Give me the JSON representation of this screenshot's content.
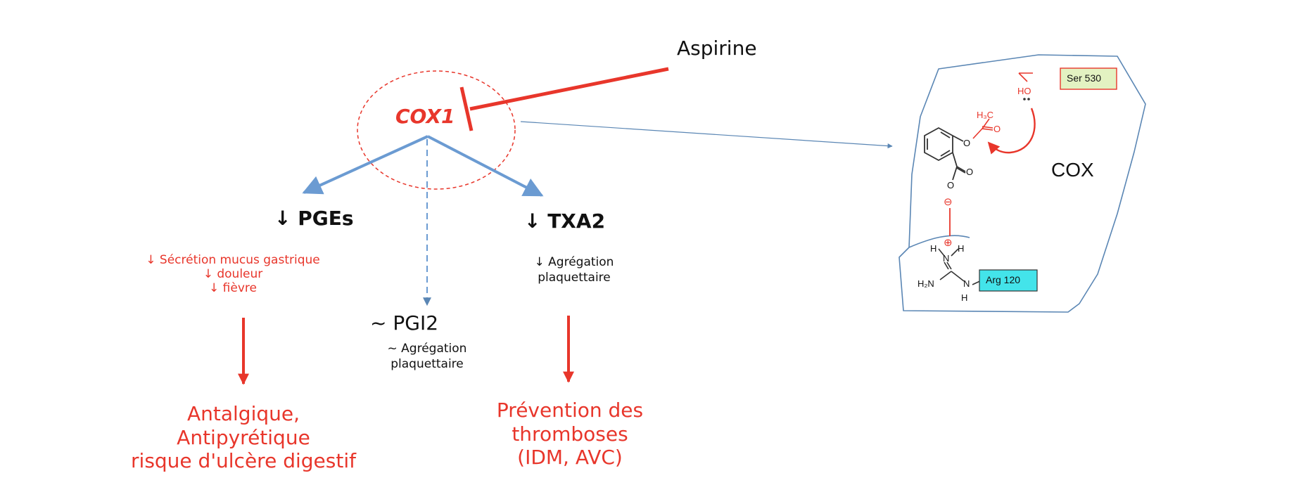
{
  "colors": {
    "red": "#e8362b",
    "blue_arrow": "#6b9bd2",
    "cox_outline": "#5a86b4",
    "ser_box": "#e3f2c2",
    "arg_box": "#43e4ea"
  },
  "drug": {
    "label": "Aspirine"
  },
  "enzyme": {
    "label": "COX1"
  },
  "branches": {
    "pges": {
      "title": "↓ PGEs",
      "effects": [
        "↓ Sécrétion mucus gastrique",
        "↓ douleur",
        "↓ fièvre"
      ],
      "outcome": [
        "Antalgique,",
        "Antipyrétique",
        "risque d'ulcère digestif"
      ]
    },
    "pgi2": {
      "title": "~ PGI2",
      "effects": [
        "~ Agrégation",
        "plaquettaire"
      ]
    },
    "txa2": {
      "title": "↓ TXA2",
      "effects": [
        "↓ Agrégation",
        "plaquettaire"
      ],
      "outcome": [
        "Prévention des",
        "thromboses",
        "(IDM, AVC)"
      ]
    }
  },
  "pocket": {
    "label": "COX",
    "ser": "Ser 530",
    "arg": "Arg 120",
    "chem": {
      "h3c": "H₃C",
      "o_carbonyl": "O",
      "o_ester": "O",
      "o_carboxyl": "O",
      "o_minus": "O",
      "ho": "HO",
      "minus": "⊖",
      "plus": "⊕",
      "h_left": "H",
      "h_right": "H",
      "n_top": "N",
      "h2n": "H₂N",
      "n_right": "N",
      "h_bottom": "H"
    }
  }
}
